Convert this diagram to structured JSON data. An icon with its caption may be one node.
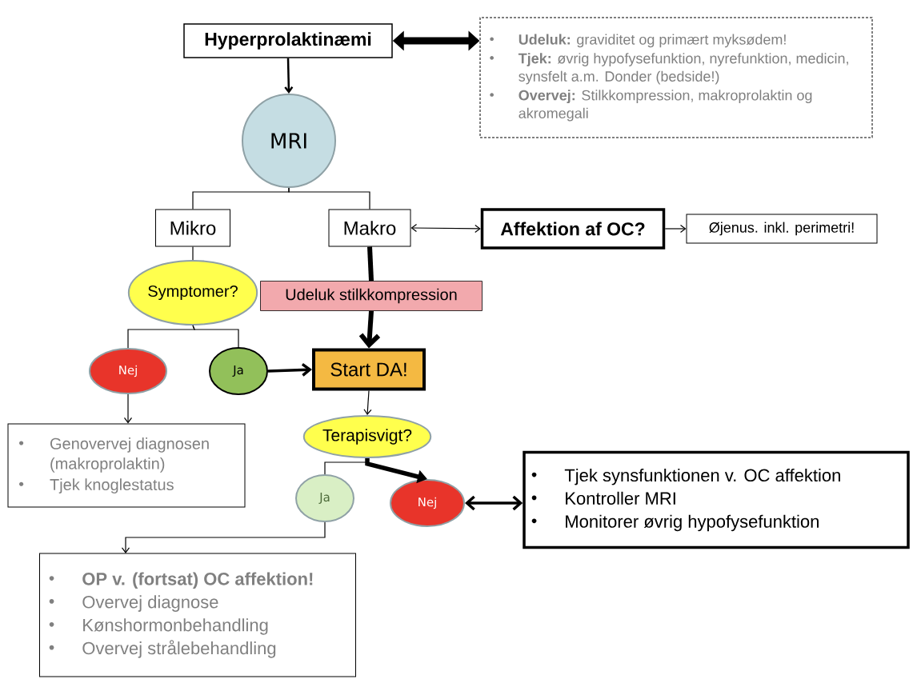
{
  "diagram": {
    "nodes": [
      {
        "text": [
          "Hyperprolaktinæmi"
        ]
      },
      {
        "text": [
          "**Udeluk:** graviditet og primært myksødem!",
          "**Tjek:** øvrig hypofysefunktion, nyrefunktion, medicin, synsfelt a.m. Donder (bedside!)",
          "**Overvej:** Stilkkompression, makroprolaktin og akromegali"
        ]
      },
      {
        "text": [
          "MRI"
        ]
      },
      {
        "text": [
          "Mikro"
        ]
      },
      {
        "text": [
          "Makro"
        ]
      },
      {
        "text": [
          "Affektion af OC?"
        ]
      },
      {
        "text": [
          "Øjenus. inkl. perimetri!"
        ]
      },
      {
        "text": [
          "Symptomer?"
        ]
      },
      {
        "text": [
          "Udeluk stilkkompression"
        ]
      },
      {
        "text": [
          "Nej"
        ]
      },
      {
        "text": [
          "Ja"
        ]
      },
      {
        "text": [
          "Start DA!"
        ]
      },
      {
        "text": [
          "Genovervej diagnosen (makroprolaktin)",
          "Tjek knoglestatus"
        ]
      },
      {
        "text": [
          "Terapisvigt?"
        ]
      },
      {
        "text": [
          "Ja"
        ]
      },
      {
        "text": [
          "Nej"
        ]
      },
      {
        "text": [
          "Tjek synsfunktionen v. OC affektion",
          "Kontroller MRI",
          "Monitorer øvrig hypofysefunktion"
        ]
      },
      {
        "text": [
          "OP v. (fortsat) OC affektion!",
          "Overvej diagnose",
          "Kønshormonbehandling",
          "Overvej strålebehandling"
        ]
      }
    ],
    "edges": [
      {
        "from": 0,
        "to": 1,
        "arrow": "both",
        "style": "thick"
      },
      {
        "from": 0,
        "to": 2,
        "arrow": "to"
      },
      {
        "from": 2,
        "to": 3,
        "arrow": "none"
      },
      {
        "from": 2,
        "to": 4,
        "arrow": "none"
      },
      {
        "from": 4,
        "to": 5,
        "arrow": "both"
      },
      {
        "from": 5,
        "to": 6,
        "arrow": "to"
      },
      {
        "from": 3,
        "to": 7,
        "arrow": "none"
      },
      {
        "from": 4,
        "to": 8,
        "arrow": "none",
        "style": "thick"
      },
      {
        "from": 8,
        "to": 11,
        "arrow": "to",
        "style": "thick"
      },
      {
        "from": 7,
        "to": 9,
        "arrow": "none"
      },
      {
        "from": 7,
        "to": 10,
        "arrow": "none"
      },
      {
        "from": 10,
        "to": 11,
        "arrow": "to",
        "style": "thick"
      },
      {
        "from": 9,
        "to": 12,
        "arrow": "to"
      },
      {
        "from": 11,
        "to": 13,
        "arrow": "to"
      },
      {
        "from": 13,
        "to": 14,
        "arrow": "none"
      },
      {
        "from": 13,
        "to": 15,
        "arrow": "to",
        "style": "thick"
      },
      {
        "from": 15,
        "to": 16,
        "arrow": "both",
        "style": "thick"
      },
      {
        "from": 14,
        "to": 17,
        "arrow": "to"
      }
    ]
  }
}
